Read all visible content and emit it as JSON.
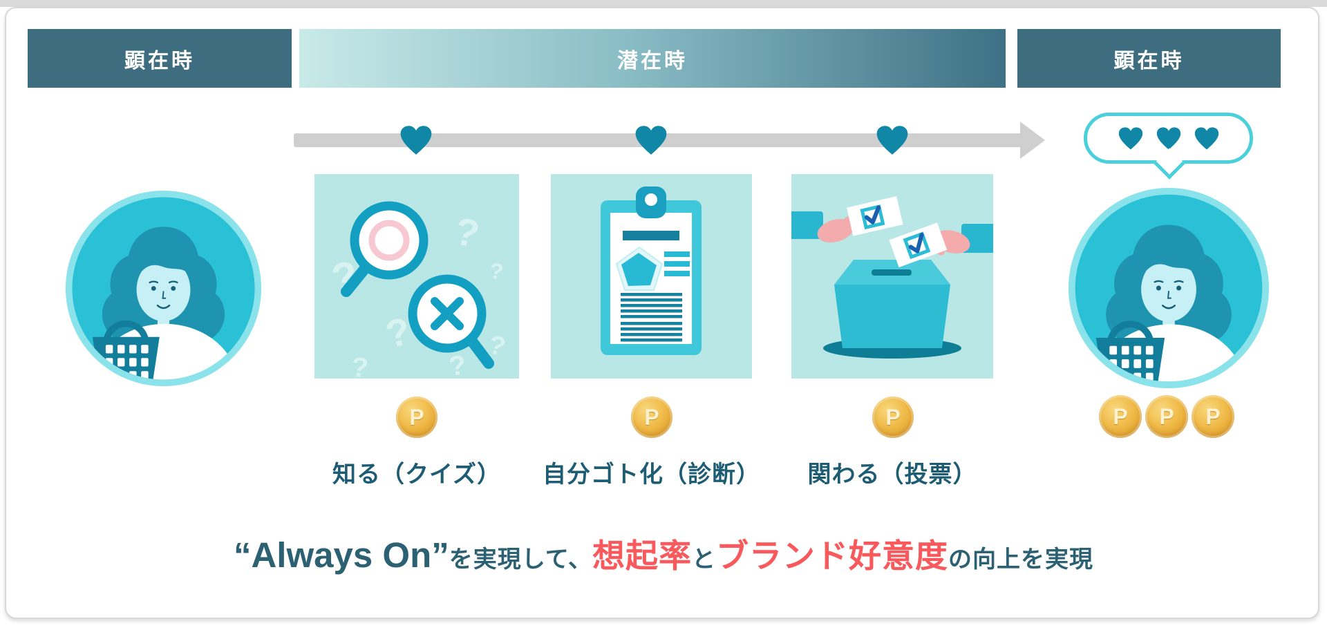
{
  "phases": {
    "left": "顕在時",
    "middle": "潜在時",
    "right": "顕在時"
  },
  "stages": [
    {
      "label": "知る（クイズ）",
      "icon": "quiz-magnifiers-icon"
    },
    {
      "label": "自分ゴト化（診断）",
      "icon": "diagnosis-clipboard-icon"
    },
    {
      "label": "関わる（投票）",
      "icon": "voting-ballot-box-icon"
    }
  ],
  "rewards": {
    "coin_letter": "P",
    "coins_per_stage": 1,
    "final_coin_count": 3
  },
  "likes_bubble": {
    "heart_count": 3
  },
  "headline": {
    "lead": "“Always On”",
    "mid1": "を実現して、",
    "em1": "想起率",
    "mid2": "と",
    "em2": "ブランド好意度",
    "tail": "の向上を実現"
  },
  "colors": {
    "phase_bar": "#3d6d7f",
    "gradient_light": "#c8eae8",
    "stage_bg": "#b9e7e5",
    "accent_teal": "#129fc2",
    "heart_teal": "#1087a6",
    "coin_gold": "#e9b23f",
    "emphasis_red": "#f8595c",
    "text_teal": "#2c6173",
    "label_teal": "#1d5c73",
    "arrow_gray": "#cfcfcf",
    "bubble_border": "#49d0da"
  }
}
